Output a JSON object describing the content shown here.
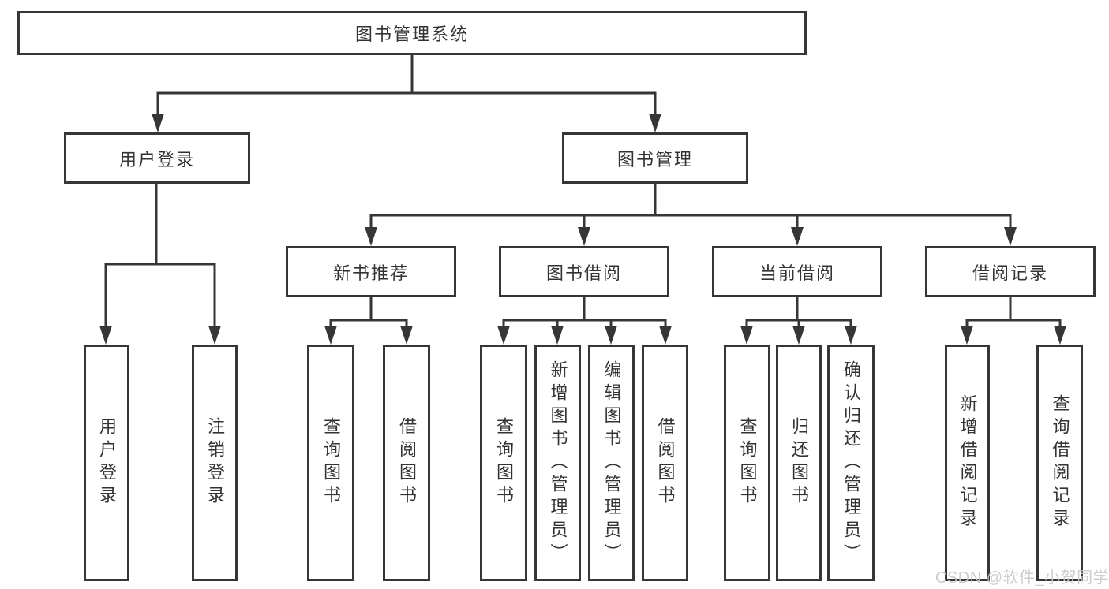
{
  "diagram": {
    "title": "图书管理系统",
    "root": {
      "label": "图书管理系统"
    },
    "level2": [
      {
        "id": "user-login",
        "label": "用户登录"
      },
      {
        "id": "book-management",
        "label": "图书管理"
      }
    ],
    "level3": [
      {
        "id": "new-book-recommend",
        "label": "新书推荐",
        "parent": "图书管理"
      },
      {
        "id": "book-borrow",
        "label": "图书借阅",
        "parent": "图书管理"
      },
      {
        "id": "current-borrow",
        "label": "当前借阅",
        "parent": "图书管理"
      },
      {
        "id": "borrow-records",
        "label": "借阅记录",
        "parent": "图书管理"
      }
    ],
    "leaves": [
      {
        "id": "user-login-leaf",
        "label": "用户登录",
        "parent": "用户登录"
      },
      {
        "id": "logout",
        "label": "注销登录",
        "parent": "用户登录"
      },
      {
        "id": "query-books-recommend",
        "label": "查询图书",
        "parent": "新书推荐"
      },
      {
        "id": "borrow-books-recommend",
        "label": "借阅图书",
        "parent": "新书推荐"
      },
      {
        "id": "query-books-borrow",
        "label": "查询图书",
        "parent": "图书借阅"
      },
      {
        "id": "add-book-admin",
        "label": "新增图书（管理员）",
        "parent": "图书借阅"
      },
      {
        "id": "edit-book-admin",
        "label": "编辑图书（管理员）",
        "parent": "图书借阅"
      },
      {
        "id": "borrow-books-borrow",
        "label": "借阅图书",
        "parent": "图书借阅"
      },
      {
        "id": "query-books-current",
        "label": "查询图书",
        "parent": "当前借阅"
      },
      {
        "id": "return-book",
        "label": "归还图书",
        "parent": "当前借阅"
      },
      {
        "id": "confirm-return-admin",
        "label": "确认归还（管理员）",
        "parent": "当前借阅"
      },
      {
        "id": "add-borrow-record",
        "label": "新增借阅记录",
        "parent": "借阅记录"
      },
      {
        "id": "query-borrow-record",
        "label": "查询借阅记录",
        "parent": "借阅记录"
      }
    ],
    "watermark": "CSDN @软件_小贺同学",
    "colors": {
      "line": "#363636",
      "box_border": "#363636",
      "box_fill": "#ffffff",
      "text": "#333333",
      "watermark": "#c9c9c9"
    }
  }
}
